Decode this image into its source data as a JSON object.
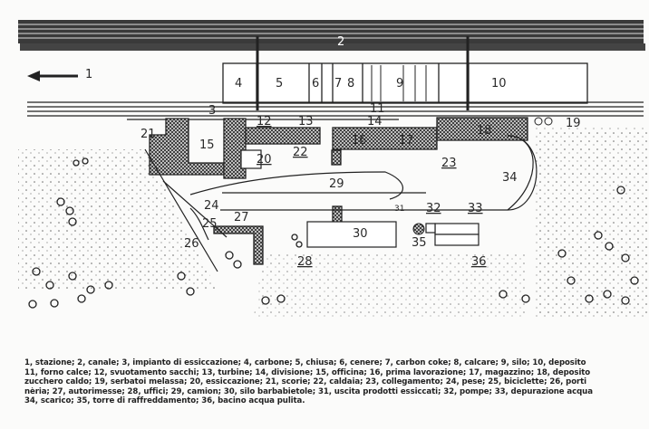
{
  "labels": {
    "l1": "1",
    "l2": "2",
    "l3": "3",
    "l4": "4",
    "l5": "5",
    "l6": "6",
    "l7": "7",
    "l8": "8",
    "l9": "9",
    "l10": "10",
    "l11": "11",
    "l12": "12",
    "l13": "13",
    "l14": "14",
    "l15": "15",
    "l16": "16",
    "l17": "17",
    "l18": "18",
    "l19": "19",
    "l20": "20",
    "l21": "21",
    "l22": "22",
    "l23": "23",
    "l24": "24",
    "l25": "25",
    "l26": "26",
    "l27": "27",
    "l28": "28",
    "l29": "29",
    "l30": "30",
    "l31": "31",
    "l32": "32",
    "l33": "33",
    "l34": "34",
    "l35": "35",
    "l36": "36"
  },
  "caption": [
    "1, stazione; 2, canale; 3, impianto di essiccazione; 4, carbone; 5, chiusa; 6, cenere; 7, carbon coke; 8, calcare; 9, silo; 10, deposito",
    "11, forno calce; 12, svuotamento sacchi; 13, turbine; 14, divisione; 15, officina; 16, prima lavorazione; 17, magazzino; 18, deposito",
    "zucchero caldo; 19, serbatoi melassa; 20, essiccazione; 21, scorie; 22, caldaia; 23, collegamento; 24, pese; 25, biciclette; 26, porti",
    "nèria; 27, autorimesse; 28, uffici; 29, camion; 30, silo barbabietole; 31, uscita prodotti essiccati; 32, pompe; 33, depurazione acqua",
    "34, scarico; 35, torre di raffreddamento; 36, bacino acqua pulita."
  ]
}
